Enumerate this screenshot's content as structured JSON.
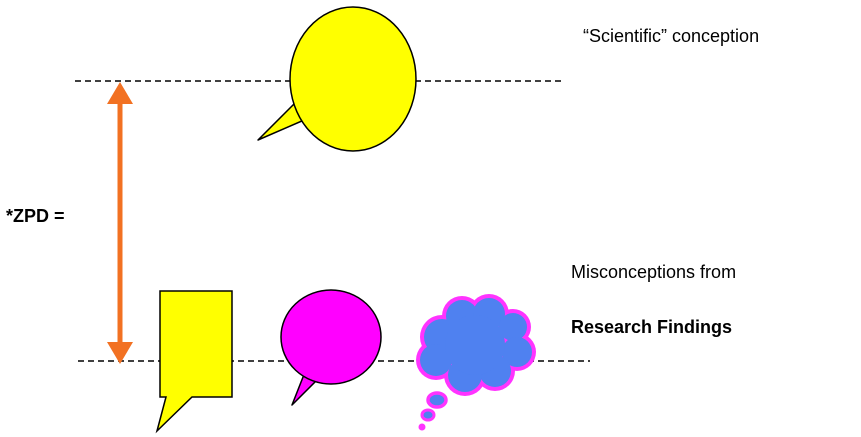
{
  "labels": {
    "scientific_conception": "“Scientific” conception",
    "zpd": "*ZPD =",
    "misconceptions_line1": "Misconceptions from",
    "misconceptions_line2": "Research Findings"
  },
  "colors": {
    "yellow_bubble": "#ffff00",
    "magenta_bubble": "#ff00ff",
    "thought_cloud_fill": "#4f81f0",
    "thought_cloud_outline": "#ff33ff",
    "zpd_arrow": "#f27122",
    "dashed_line": "#000000"
  },
  "icons": {
    "top_bubble": "speech-bubble-round",
    "rect_bubble": "speech-bubble-rectangle",
    "magenta_bubble": "speech-bubble-round",
    "cloud_bubble": "thought-bubble-cloud",
    "zpd_arrow": "double-headed-arrow"
  }
}
